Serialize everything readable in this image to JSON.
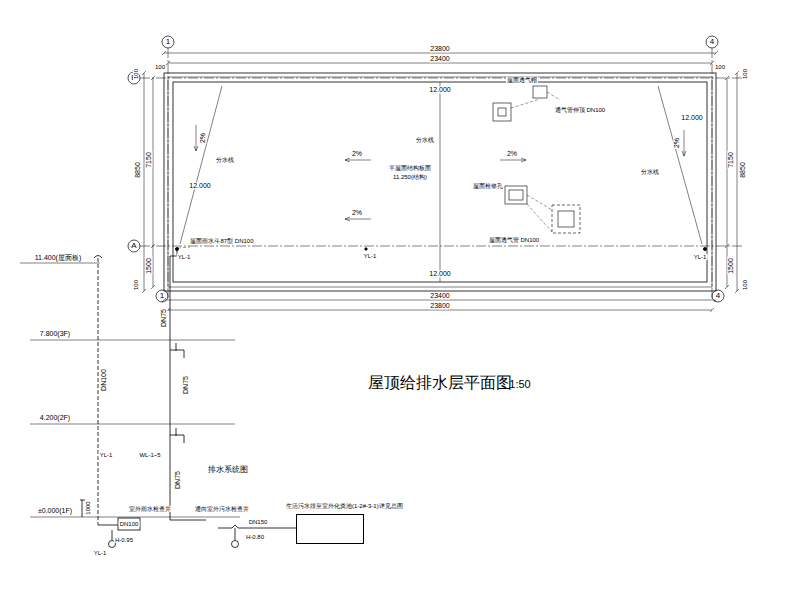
{
  "diagram": {
    "title": "屋顶给排水层平面图",
    "nodes": [
      {
        "text": [
          "生活污水排至室外化粪池(1-2#-3-1)详见总图"
        ]
      }
    ],
    "labels": [
      "1",
      "4",
      "B",
      "A",
      "1",
      "4",
      "23800",
      "23400",
      "100",
      "100",
      "12.000",
      "100",
      "7150",
      "8850",
      "1500",
      "100",
      "100",
      "7150",
      "8850",
      "1500",
      "100",
      "23400",
      "23800",
      "12.000",
      "12.000",
      "12.000",
      "2%",
      "2%",
      "2%",
      "2%",
      "2%",
      "分水线",
      "分水线",
      "分水线",
      "平屋面结构板面",
      "11.250(结构)",
      "屋面透气帽",
      "通气管伸顶 DN100",
      "屋面检修孔",
      "屋面透气管 DN100",
      "屋面雨水斗87型 DN100",
      "YL-1",
      "YL-1",
      "YL-1",
      "1:50",
      "11.400(屋面板)",
      "7.800(3F)",
      "4.200(2F)",
      "±0.000(1F)",
      "DN100",
      "YL-1",
      "1000",
      "室外雨水检查井",
      "DN100",
      "YL-1",
      "H-0.95",
      "DN75",
      "DN75",
      "DN75",
      "WL-1~5",
      "排水系统图",
      "通向室外污水检查井",
      "DN150",
      "H-0.80"
    ]
  }
}
